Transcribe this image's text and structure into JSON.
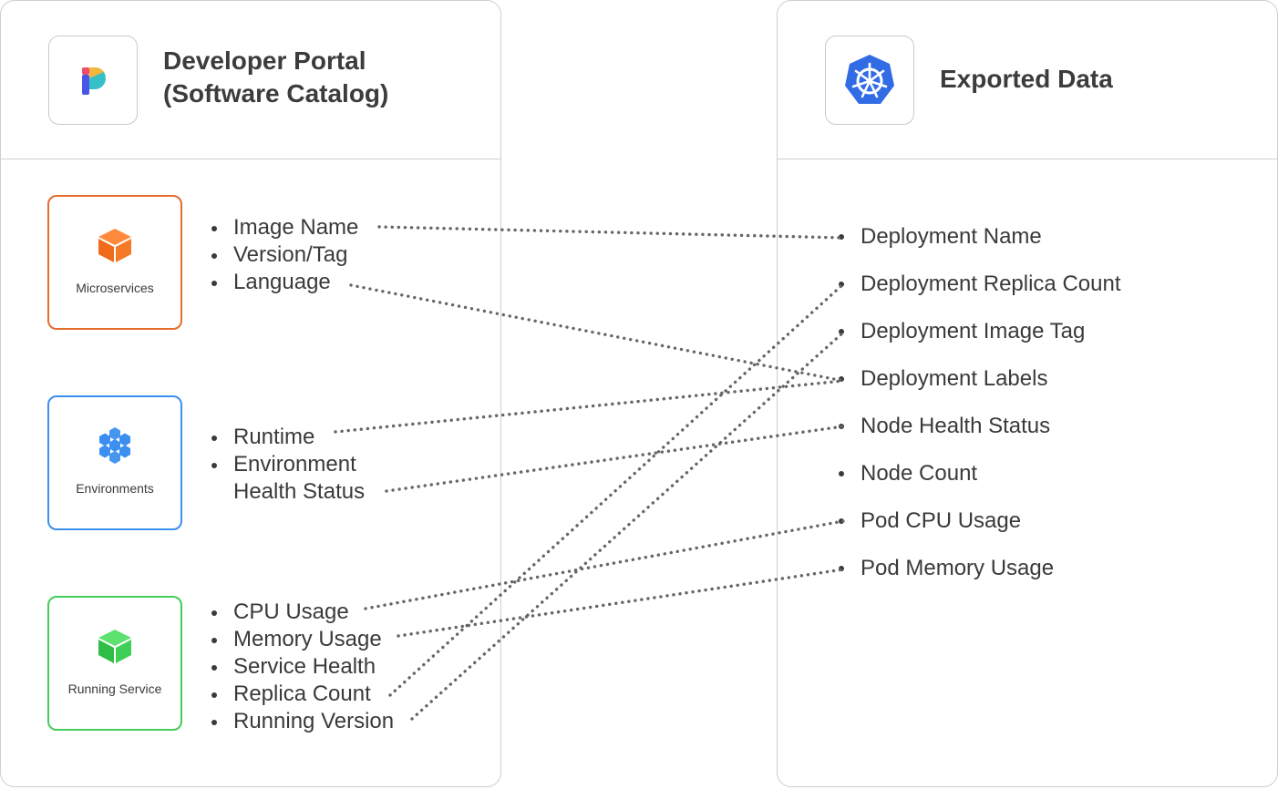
{
  "left_panel": {
    "title_line1": "Developer Portal",
    "title_line2": "(Software Catalog)",
    "logo_icon": "developer-portal-logo-icon"
  },
  "right_panel": {
    "title": "Exported Data",
    "logo_icon": "kubernetes-helm-icon",
    "fields": [
      "Deployment Name",
      "Deployment Replica Count",
      "Deployment Image Tag",
      "Deployment Labels",
      "Node Health Status",
      "Node Count",
      "Pod CPU Usage",
      "Pod Memory Usage"
    ]
  },
  "categories": [
    {
      "label": "Microservices",
      "icon": "cube-icon",
      "color": "#e46d2f",
      "fields": [
        "Image Name",
        "Version/Tag",
        "Language"
      ]
    },
    {
      "label": "Environments",
      "icon": "hexagon-cluster-icon",
      "color": "#3b8ff0",
      "fields": [
        "Runtime",
        "Environment",
        "Health Status"
      ]
    },
    {
      "label": "Running Service",
      "icon": "cube-icon",
      "color": "#43cd5b",
      "fields": [
        "CPU Usage",
        "Memory Usage",
        "Service Health",
        "Replica Count",
        "Running Version"
      ]
    }
  ],
  "connections": [
    [
      "Image Name",
      "Deployment Name"
    ],
    [
      "Language",
      "Deployment Labels"
    ],
    [
      "Runtime",
      "Deployment Labels"
    ],
    [
      "Health Status",
      "Node Health Status"
    ],
    [
      "CPU Usage",
      "Pod CPU Usage"
    ],
    [
      "Memory Usage",
      "Pod Memory Usage"
    ],
    [
      "Replica Count",
      "Deployment Replica Count"
    ],
    [
      "Running Version",
      "Deployment Image Tag"
    ]
  ]
}
